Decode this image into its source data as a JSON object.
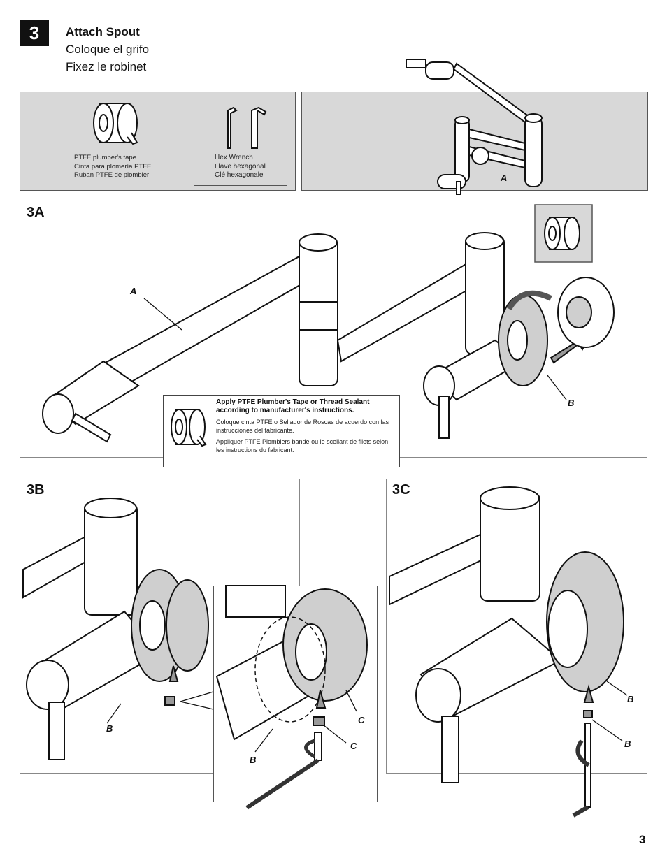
{
  "header": {
    "step_number": "3",
    "title_en": "Attach Spout",
    "title_es": "Coloque el grifo",
    "title_fr": "Fixez le robinet"
  },
  "tools": {
    "tape": [
      "PTFE plumber's tape",
      "Cinta para plomería PTFE",
      "Ruban PTFE de plombier"
    ],
    "wrench": [
      "Hex Wrench",
      "Llave hexagonal",
      "Clé hexagonale"
    ]
  },
  "overview": {
    "label_a": "A"
  },
  "panel_3a": {
    "label": "3A",
    "label_a": "A",
    "label_b": "B",
    "note": {
      "bold": "Apply PTFE Plumber's Tape or Thread Sealant according to manufacturer's instructions.",
      "es": "Coloque cinta PTFE o Sellador de Roscas de acuerdo con las instrucciones del fabricante.",
      "fr": "Appliquer PTFE Plombiers bande ou le scellant de filets selon les instructions du fabricant."
    }
  },
  "panel_3b": {
    "label": "3B",
    "label_b": "B",
    "zoom_label_b": "B",
    "zoom_label_c1": "C",
    "zoom_label_c2": "C"
  },
  "panel_3c": {
    "label": "3C",
    "label_b1": "B",
    "label_b2": "B"
  },
  "footer": {
    "page_number": "3"
  }
}
